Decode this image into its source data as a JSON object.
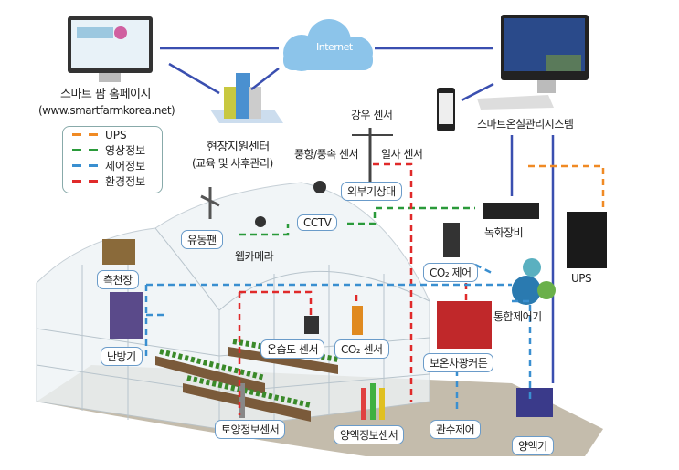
{
  "cloud": {
    "label": "Internet"
  },
  "homepage": {
    "title": "스마트 팜 홈페이지",
    "url": "(www.smartfarmkorea.net)"
  },
  "support_center": {
    "title": "현장지원센터",
    "subtitle": "(교육 및 사후관리)"
  },
  "management_system": {
    "title": "스마트온실관리시스템"
  },
  "legend": [
    {
      "label": "UPS",
      "color": "#f08a24"
    },
    {
      "label": "영상정보",
      "color": "#2a9a3a"
    },
    {
      "label": "제어정보",
      "color": "#3a8fd0"
    },
    {
      "label": "환경정보",
      "color": "#e02a2a"
    }
  ],
  "labels": {
    "rain_sensor": "강우 센서",
    "wind_sensor": "풍향/풍속 센서",
    "solar_sensor": "일사 센서",
    "weather_station": "외부기상대",
    "fan": "유동팬",
    "cctv": "CCTV",
    "webcam": "웹카메라",
    "recorder": "녹화장비",
    "ups": "UPS",
    "co2_control": "CO₂ 제어",
    "integrated_controller": "통합제어기",
    "side_roof": "측천장",
    "heater": "난방기",
    "temp_humidity_sensor": "온습도 센서",
    "co2_sensor": "CO₂ 센서",
    "curtain": "보온차광커튼",
    "soil_sensor": "토양정보센서",
    "nutrient_sensor": "양액정보센서",
    "irrigation": "관수제어",
    "nutrient_supplier": "양액기"
  }
}
